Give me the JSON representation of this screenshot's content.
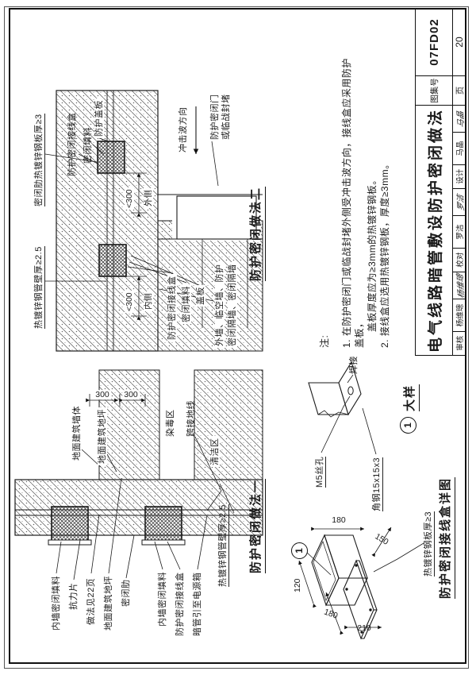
{
  "titleblock": {
    "title": "电气线路暗管敷设防护密闭做法",
    "atlas_label": "图集号",
    "atlas_no": "07FD02",
    "page_label": "页",
    "page_no": "20",
    "staff": [
      {
        "role": "审核",
        "name": "杨维璁",
        "sig": "杨维璁"
      },
      {
        "role": "校对",
        "name": "罗洁",
        "sig": "罗洁"
      },
      {
        "role": "设计",
        "name": "马晶",
        "sig": "马晶"
      }
    ]
  },
  "method1": {
    "title": "防护密闭做法一",
    "labels": {
      "inner_filler_1": "内墙密闭填料",
      "resist_plate": "抗力片",
      "see_page": "做法见22页",
      "ground_floor_left": "地面建筑地坪",
      "seal_rib": "密闭肋",
      "inner_filler_2": "内墙密闭填料",
      "junction_box": "防护密闭接线盒",
      "conduit_to_power": "暗管引至电源箱",
      "steel_pipe": "热镀锌钢管壁厚≥2.5",
      "ground_wire": "跨接地线",
      "ground_wall": "地面建筑墙体",
      "ground_floor_right": "地面建筑地坪",
      "dirty_zone": "染毒区",
      "clean_zone": "清洁区",
      "dim1": "300",
      "dim2": "300"
    }
  },
  "method2": {
    "title": "防护密闭做法二",
    "labels": {
      "steel_pipe": "热镀锌钢管壁厚≥2.5",
      "seal_rib_plate": "密闭肋热镀锌钢板厚≥3",
      "junction_box_out": "防护密闭接线盒",
      "filler_out": "密闭填料",
      "cover_out": "防护盖板",
      "shock_dir": "冲击波方向",
      "door_line1": "防护密闭门",
      "door_line2": "或临战封堵",
      "junction_box_in": "防护密闭接线盒",
      "filler_in": "密闭填料",
      "cover_in": "盖板",
      "walls_line1": "外墙、临空墙、防护",
      "walls_line2": "密闭隔墙、密闭隔墙",
      "dim_out_val": "<300",
      "dim_out_side": "外侧",
      "dim_in_val": "<300",
      "dim_in_side": "内侧"
    }
  },
  "detail1": {
    "callout_no": "1",
    "callout_label": "大样",
    "labels": {
      "weld": "焊接",
      "hole": "M5丝孔",
      "angle": "角钢15x15x3"
    }
  },
  "boxdetail": {
    "title": "防护密闭接线盒详图",
    "callout_no": "1",
    "plate_label": "热镀锌钢板厚≥3",
    "dims": {
      "width": "180",
      "depth": "150",
      "height": "120",
      "plate_len": "210",
      "plate_wid": "180"
    }
  },
  "notes": {
    "heading": "注:",
    "line1": "1. 在防护密闭门或临战封堵外侧受冲击波方向，接线盒应采用防护盖板，",
    "line2": "盖板厚度应为≥3mm的热镀锌钢板。",
    "line3": "2. 接线盒应选用热镀锌钢板，厚度≥3mm。"
  }
}
